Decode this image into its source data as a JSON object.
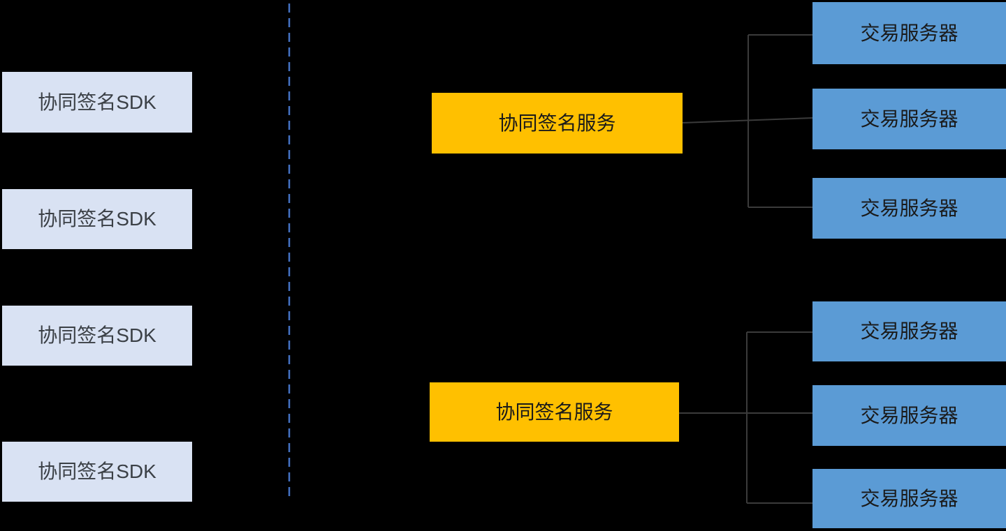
{
  "diagram": {
    "left_column": {
      "items": [
        {
          "label": "协同签名SDK"
        },
        {
          "label": "协同签名SDK"
        },
        {
          "label": "协同签名SDK"
        },
        {
          "label": "协同签名SDK"
        }
      ]
    },
    "services": [
      {
        "label": "协同签名服务"
      },
      {
        "label": "协同签名服务"
      }
    ],
    "servers": [
      {
        "label": "交易服务器"
      },
      {
        "label": "交易服务器"
      },
      {
        "label": "交易服务器"
      },
      {
        "label": "交易服务器"
      },
      {
        "label": "交易服务器"
      },
      {
        "label": "交易服务器"
      }
    ]
  },
  "colors": {
    "bg": "#000000",
    "sdk-fill": "#D9E2F3",
    "service-fill": "#FFC000",
    "server-fill": "#5B9BD5",
    "divider": "#4472C4",
    "connector": "#3B3B3B",
    "sdk-text": "#3B4046",
    "node-text": "#1A1A1A"
  }
}
